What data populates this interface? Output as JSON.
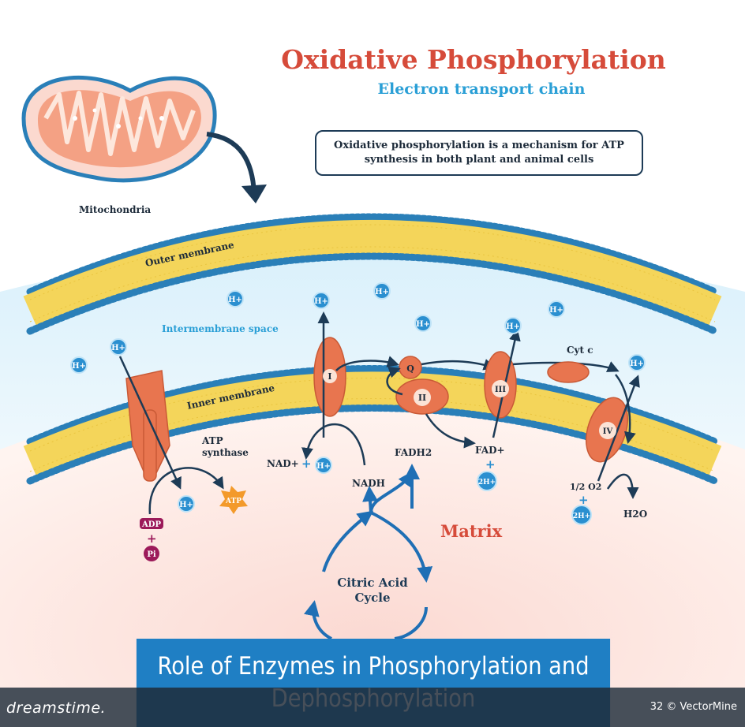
{
  "title": "Oxidative Phosphorylation",
  "subtitle": "Electron transport chain",
  "description": "Oxidative phosphorylation is a mechanism for ATP synthesis in both plant and animal cells",
  "labels": {
    "mitochondria": "Mitochondria",
    "outer_membrane": "Outer membrane",
    "intermembrane_space": "Intermembrane space",
    "inner_membrane": "Inner membrane",
    "matrix": "Matrix",
    "atp_synthase_line1": "ATP",
    "atp_synthase_line2": "synthase",
    "cyt_c": "Cyt c",
    "q": "Q",
    "complex_1": "I",
    "complex_2": "II",
    "complex_3": "III",
    "complex_4": "IV",
    "h_plus": "H+",
    "nad_plus": "NAD+",
    "plus": "+",
    "nadh": "NADH",
    "fadh2": "FADH2",
    "fad_plus": "FAD+",
    "two_h_plus": "2H+",
    "half_o2": "1/2 O2",
    "h2o": "H2O",
    "adp": "ADP",
    "pi": "Pi",
    "atp": "ATP",
    "citric_acid_line1": "Citric Acid",
    "citric_acid_line2": "Cycle"
  },
  "banner": "Role of Enzymes in Phosphorylation and Dephosphorylation",
  "footer": {
    "left": "dreamstime.",
    "right": "32 © VectorMine"
  },
  "colors": {
    "title": "#d64b3a",
    "subtitle": "#2a9fd6",
    "dark_text": "#1d3b56",
    "matrix_text": "#d64b3a",
    "membrane_yellow": "#f4d55a",
    "membrane_head": "#2a7fb8",
    "protein": "#e8754f",
    "proton": "#2a8fd0",
    "arrow": "#1d3b56",
    "banner": "#1f7fc4",
    "atp_star": "#f39a2b",
    "adp": "#9c1a5a"
  }
}
